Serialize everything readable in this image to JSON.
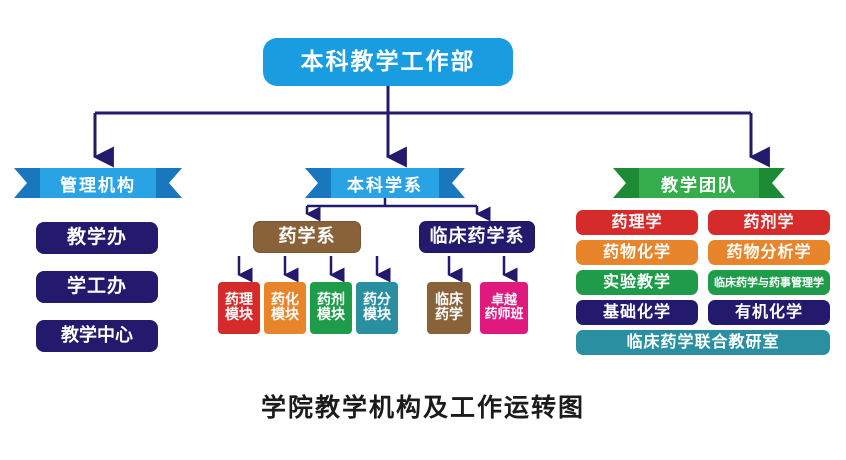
{
  "root": {
    "label": "本科教学工作部"
  },
  "banners": [
    {
      "name": "management",
      "label": "管理机构",
      "color": "#29a3e3"
    },
    {
      "name": "departments",
      "label": "本科学系",
      "color": "#29a3e3"
    },
    {
      "name": "teaching-teams",
      "label": "教学团队",
      "color": "#35ad4c"
    }
  ],
  "management": {
    "items": [
      {
        "label": "教学办",
        "color": "#231a6e"
      },
      {
        "label": "学工办",
        "color": "#231a6e"
      },
      {
        "label": "教学中心",
        "color": "#231a6e"
      }
    ]
  },
  "departments": {
    "pharmacy": {
      "label": "药学系",
      "color": "#8a6239",
      "modules": [
        {
          "label": "药理\n模块",
          "color": "#d62b2b"
        },
        {
          "label": "药化\n模块",
          "color": "#e8842a"
        },
        {
          "label": "药剂\n模块",
          "color": "#1f9c49"
        },
        {
          "label": "药分\n模块",
          "color": "#2a8fa0"
        }
      ]
    },
    "clinical": {
      "label": "临床药学系",
      "color": "#231a6e",
      "modules": [
        {
          "label": "临床\n药学",
          "color": "#8a6239"
        },
        {
          "label": "卓越\n药师班",
          "color": "#e0197f"
        }
      ]
    }
  },
  "teams": {
    "rows": [
      {
        "left": "药理学",
        "right": "药剂学",
        "color": "#d62b2b"
      },
      {
        "left": "药物化学",
        "right": "药物分析学",
        "color": "#e8842a"
      },
      {
        "left": "实验教学",
        "right": "临床药学与药事管理学",
        "color": "#1f9c49"
      },
      {
        "left": "基础化学",
        "right": "有机化学",
        "color": "#231a6e"
      }
    ],
    "full": {
      "label": "临床药学联合教研室",
      "color": "#2a8fa0"
    }
  },
  "caption": "学院教学机构及工作运转图",
  "connector_color": "#231a6e"
}
